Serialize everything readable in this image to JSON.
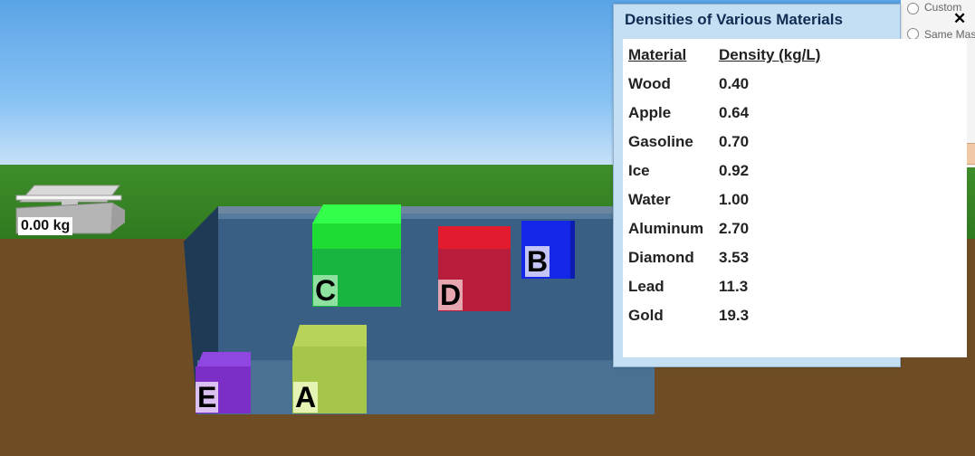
{
  "scale": {
    "readout": "0.00 kg"
  },
  "blocks": [
    {
      "label": "C",
      "color": "#1fdc35"
    },
    {
      "label": "D",
      "color": "#e21c2e"
    },
    {
      "label": "B",
      "color": "#1426e8"
    },
    {
      "label": "A",
      "color": "#a6c64a"
    },
    {
      "label": "E",
      "color": "#7b2fc6"
    }
  ],
  "density_panel": {
    "title": "Densities of Various Materials",
    "close_label": "✕",
    "headers": {
      "material": "Material",
      "density": "Density (kg/L)"
    },
    "rows": [
      {
        "material": "Wood",
        "density": "0.40"
      },
      {
        "material": "Apple",
        "density": "0.64"
      },
      {
        "material": "Gasoline",
        "density": "0.70"
      },
      {
        "material": "Ice",
        "density": "0.92"
      },
      {
        "material": "Water",
        "density": "1.00"
      },
      {
        "material": "Aluminum",
        "density": "2.70"
      },
      {
        "material": "Diamond",
        "density": "3.53"
      },
      {
        "material": "Lead",
        "density": "11.3"
      },
      {
        "material": "Gold",
        "density": "19.3"
      }
    ]
  },
  "side_controls": {
    "option_custom": "Custom",
    "option_same_mass": "Same Mass"
  }
}
